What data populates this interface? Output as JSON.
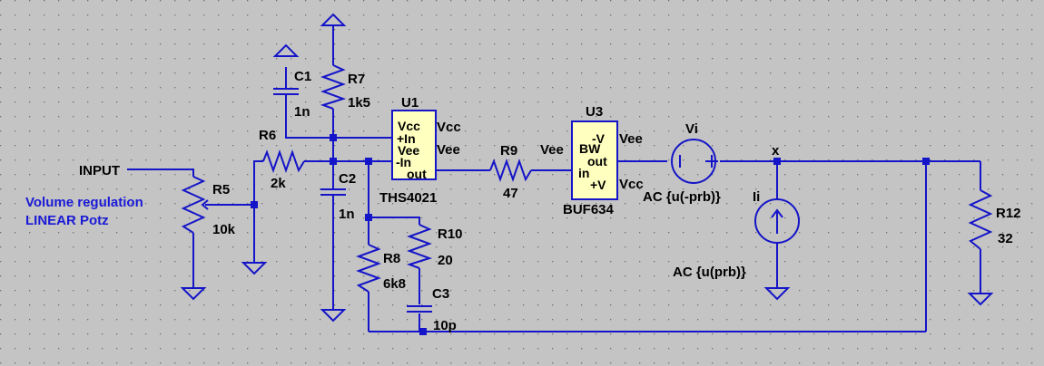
{
  "labels": {
    "input": "INPUT",
    "note_line1": "Volume regulation",
    "note_line2": "LINEAR Potz",
    "net_x": "x"
  },
  "components": {
    "r5": {
      "name": "R5",
      "value": "10k"
    },
    "r6": {
      "name": "R6",
      "value": "2k"
    },
    "r7": {
      "name": "R7",
      "value": "1k5"
    },
    "c1": {
      "name": "C1",
      "value": "1n"
    },
    "c2": {
      "name": "C2",
      "value": "1n"
    },
    "r8": {
      "name": "R8",
      "value": "6k8"
    },
    "r10": {
      "name": "R10",
      "value": "20"
    },
    "c3": {
      "name": "C3",
      "value": "10p"
    },
    "r9": {
      "name": "R9",
      "value": "47"
    },
    "r12": {
      "name": "R12",
      "value": "32"
    },
    "u1": {
      "name": "U1",
      "part": "THS4021",
      "pins": [
        "Vcc",
        "+In",
        "Vee",
        "-In",
        "out"
      ],
      "net_vcc": "Vcc",
      "net_vee": "Vee"
    },
    "u3": {
      "name": "U3",
      "part": "BUF634",
      "pins": [
        "BW",
        "-V",
        "out",
        "in",
        "+V"
      ],
      "net_vee_in": "Vee",
      "net_vee": "Vee",
      "net_vcc": "Vcc"
    },
    "vi": {
      "name": "Vi",
      "value": "AC {u(-prb)}"
    },
    "ii": {
      "name": "Ii",
      "value": "AC {u(prb)}"
    }
  },
  "colors": {
    "background": "#c4c4c4",
    "wire": "#1414c8",
    "body": "#ffffc0",
    "note": "#1a1ad6"
  }
}
